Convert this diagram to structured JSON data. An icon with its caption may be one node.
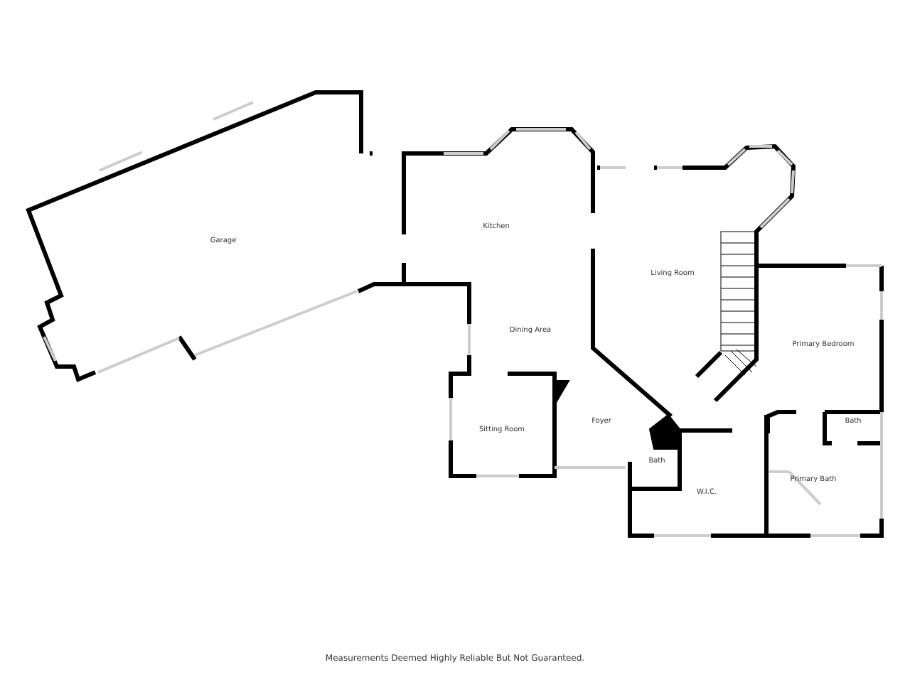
{
  "diagram": {
    "labels": [
      "Kitchen",
      "Garage",
      "Living Room",
      "Dining Area",
      "Primary Bedroom",
      "Bath",
      "Foyer",
      "Sitting Room",
      "Bath",
      "Primary Bath",
      "W.I.C.",
      "Measurements Deemed Highly Reliable But Not Guaranteed."
    ]
  }
}
